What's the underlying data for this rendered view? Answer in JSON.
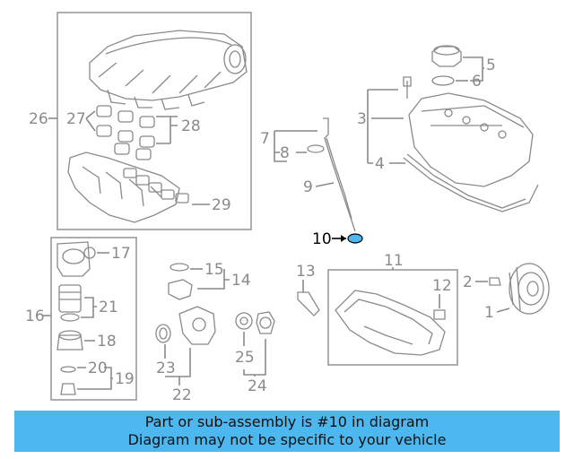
{
  "callouts": {
    "c1": "1",
    "c2": "2",
    "c3": "3",
    "c4": "4",
    "c5": "5",
    "c6": "6",
    "c7": "7",
    "c8": "8",
    "c9": "9",
    "c10": "10",
    "c11": "11",
    "c12": "12",
    "c13": "13",
    "c14": "14",
    "c15": "15",
    "c16": "16",
    "c17": "17",
    "c18": "18",
    "c19": "19",
    "c20": "20",
    "c21": "21",
    "c22": "22",
    "c23": "23",
    "c24": "24",
    "c25": "25",
    "c26": "26",
    "c27": "27",
    "c28": "28",
    "c29": "29"
  },
  "highlight": {
    "part": "10",
    "color": "#4db8f0"
  },
  "footer": {
    "line1": "Part or sub-assembly is #10 in diagram",
    "line2": "Diagram may not be specific to your vehicle",
    "background": "#4db8f0"
  }
}
